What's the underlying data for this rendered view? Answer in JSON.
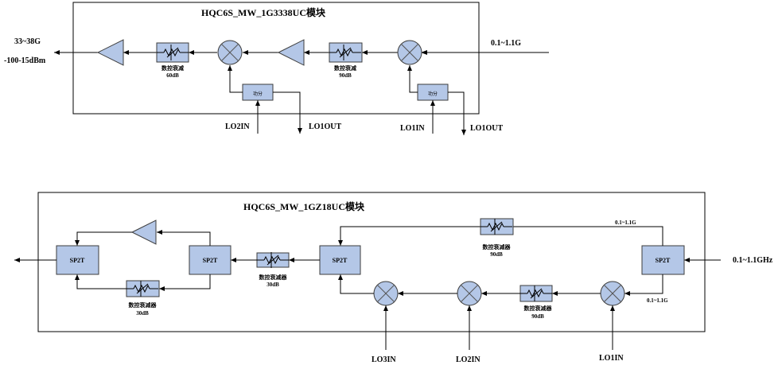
{
  "diagram_top": {
    "title": "HQC6S_MW_1G3338UC模块",
    "output_freq": "33~38G",
    "output_power": "-100-15dBm",
    "input_freq": "0.1~1.1G",
    "attenuator_1": {
      "name": "数控衰减",
      "value": "60dB"
    },
    "attenuator_2": {
      "name": "数控衰减",
      "value": "90dB"
    },
    "splitter_1": "功分",
    "splitter_2": "功分",
    "lo2_in": "LO2IN",
    "lo1_out_a": "LO1OUT",
    "lo1_in": "LO1IN",
    "lo1_out_b": "LO1OUT"
  },
  "diagram_bottom": {
    "title": "HQC6S_MW_1GZ18UC模块",
    "input_freq": "0.1~1.1GHz",
    "sp2t_labels": [
      "SP2T",
      "SP2T",
      "SP2T",
      "SP2T"
    ],
    "attenuator_left": {
      "name": "数控衰减器",
      "value": "30dB"
    },
    "attenuator_mid": {
      "name": "数控衰减器",
      "value": "30dB"
    },
    "attenuator_top": {
      "name": "数控衰减器",
      "value": "90dB"
    },
    "attenuator_bottom": {
      "name": "数控衰减器",
      "value": "90dB"
    },
    "bypass_freq": "0.1~1.1G",
    "main_freq": "0.1~1.1G",
    "lo3_in": "LO3IN",
    "lo2_in": "LO2IN",
    "lo1_in": "LO1IN"
  }
}
